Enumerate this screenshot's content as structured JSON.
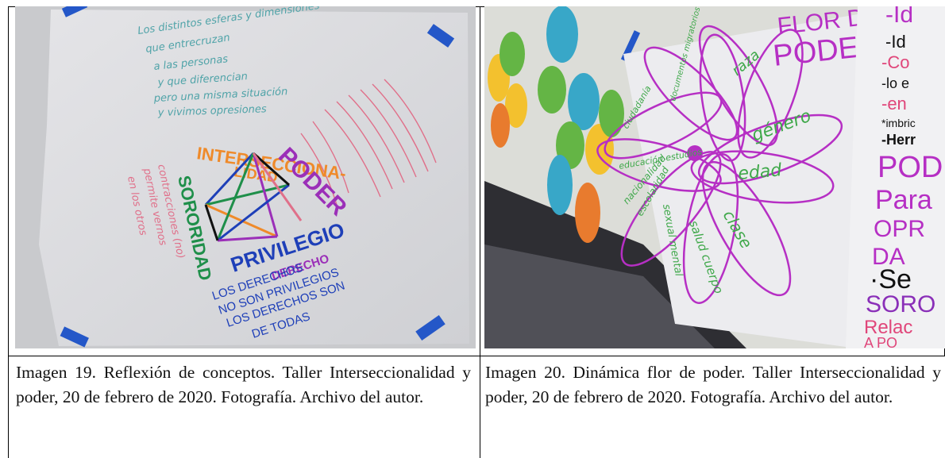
{
  "figures": [
    {
      "caption": "Imagen 19. Reflexión de conceptos. Taller Interseccionalidad y poder, 20 de febrero de 2020. Fotografía. Archivo del autor.",
      "poster": {
        "top_note": [
          "Los distintos esferas y dimensiones",
          "que entrecruzan",
          "a las personas",
          "y que diferencian",
          "pero una misma situación",
          "y vivimos opresiones"
        ],
        "interseccionalidad": [
          "INTERSECCIONA-",
          "LIDAD"
        ],
        "poder": "PODER",
        "sororidad": "SORORIDAD",
        "privilegio": [
          "PRIVILEGIO",
          "DERECHO"
        ],
        "bottom_note": [
          "LOS DERECHOS",
          "NO SON PRIVILEGIOS",
          "LOS DERECHOS SON",
          "DE TODAS"
        ],
        "left_note": [
          "contracciones (no)",
          "permite vernos",
          "en los otros"
        ],
        "colors": {
          "paper": "#dcdcdf",
          "tape": "#2457c8",
          "orange": "#ef8a2a",
          "purple": "#9b2fb8",
          "green": "#1f8f4a",
          "blue": "#1e3fb8",
          "pink": "#e0708a",
          "teal": "#4fa3a8"
        }
      }
    },
    {
      "caption": "Imagen 20. Dinámica flor de poder. Taller Interseccionalidad y poder, 20 de febrero de 2020. Fotografía. Archivo del autor.",
      "poster": {
        "title": [
          "FLOR DE",
          "PODER"
        ],
        "petals": [
          "raza",
          "género",
          "edad",
          "clase",
          "salud cuerpo",
          "sexual mental",
          "escolaridad",
          "nacionalidad",
          "educación estudios",
          "ciudadanía",
          "documentos migratorios nacionalidad"
        ],
        "right_board": [
          "-Id",
          "-Co",
          "-lo e",
          "-en",
          "*imbric",
          "-Herr",
          "POD",
          "Para",
          "OPR",
          "DA",
          "·Se",
          "SORO",
          "Relac",
          "A PO"
        ],
        "colors": {
          "wall": "#d9dad6",
          "paper": "#ececef",
          "magenta": "#b62fc4",
          "green": "#3fa84a",
          "dark": "#2e2e33"
        }
      }
    }
  ]
}
